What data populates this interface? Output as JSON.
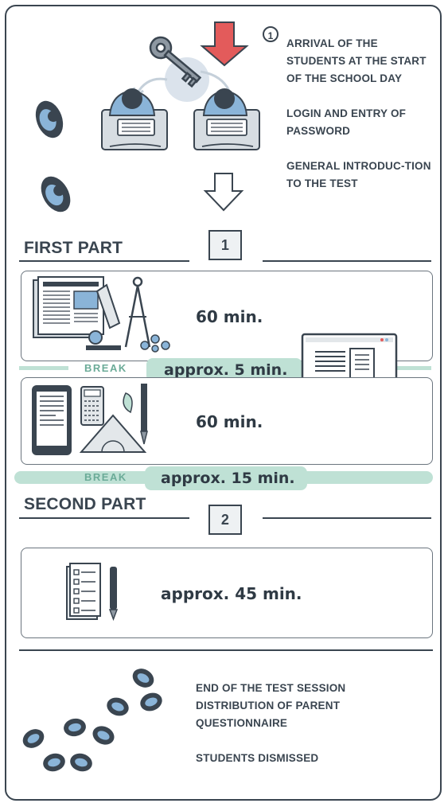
{
  "arrival": {
    "number": "1",
    "steps": [
      "ARRIVAL OF THE STUDENTS AT THE START OF THE SCHOOL DAY",
      "LOGIN AND ENTRY OF PASSWORD",
      "GENERAL INTRODUC-TION TO THE TEST"
    ]
  },
  "first_part": {
    "title": "FIRST PART",
    "number": "1",
    "session1": {
      "duration": "60 min."
    },
    "break1": {
      "label": "BREAK",
      "duration": "approx. 5 min."
    },
    "session2": {
      "duration": "60 min."
    },
    "break2": {
      "label": "BREAK",
      "duration": "approx. 15 min."
    }
  },
  "second_part": {
    "title": "SECOND PART",
    "number": "2",
    "session": {
      "duration": "approx. 45 min."
    }
  },
  "end": {
    "lines": [
      "END OF THE TEST SESSION",
      "DISTRIBUTION OF PARENT",
      "QUESTIONNAIRE",
      "",
      "STUDENTS DISMISSED"
    ]
  },
  "colors": {
    "ink": "#3a4550",
    "teal": "#bfe1d5",
    "blue": "#8ab4d8",
    "red": "#e35b5b"
  }
}
